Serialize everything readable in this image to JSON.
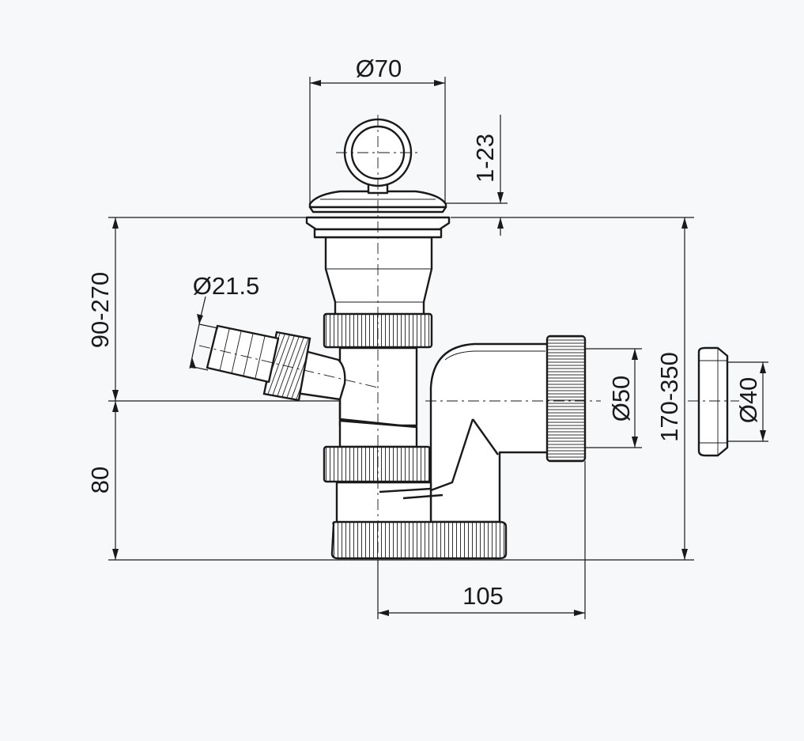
{
  "dimensions": {
    "plug_diameter": "Ø70",
    "plug_lift": "1-23",
    "hose_diameter": "Ø21.5",
    "height_upper": "90-270",
    "height_lower": "80",
    "outlet_diameter": "Ø50",
    "total_height": "170-350",
    "reducer_diameter": "Ø40",
    "outlet_offset": "105"
  }
}
